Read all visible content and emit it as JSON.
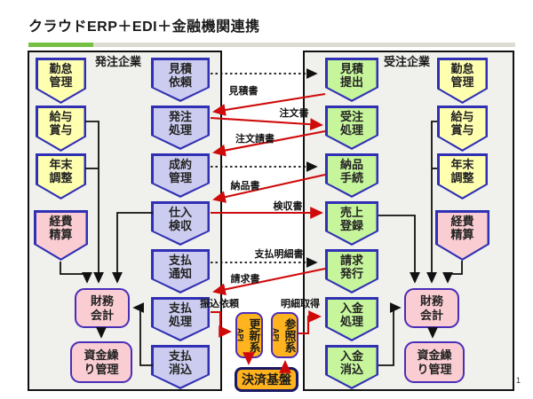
{
  "title": "クラウドERP＋EDI＋金融機関連携",
  "page_number": "1",
  "colors": {
    "accent_green": "#76c043",
    "accent_gray": "#dddcd2",
    "red_arrow": "#cf0a0a",
    "black_arrow": "#111111",
    "chevron_border": "#3030b4",
    "rounded_border": "#4a2eb8",
    "yellow_fill": "#ffffb0",
    "purple_fill": "#ccccf0",
    "green_fill": "#c6f59c",
    "pink_fill": "#f9cdd2",
    "orange_fill": "#ffb31e",
    "settlement_border": "#181864"
  },
  "left": {
    "label": "発注企業",
    "mgmt": [
      "勤怠\n管理",
      "給与\n賞与",
      "年末\n調整",
      "経費\n精算"
    ],
    "proc": [
      "見積\n依頼",
      "発注\n処理",
      "成約\n管理",
      "仕入\n検収",
      "支払\n通知",
      "支払\n処理",
      "支払\n消込"
    ],
    "fin": [
      "財務\n会計",
      "資金繰\nり管理"
    ]
  },
  "right": {
    "label": "受注企業",
    "proc": [
      "見積\n提出",
      "受注\n処理",
      "納品\n手続",
      "売上\n登録",
      "請求\n発行",
      "入金\n処理",
      "入金\n消込"
    ],
    "mgmt": [
      "勤怠\n管理",
      "給与\n賞与",
      "年末\n調整",
      "経費\n精算"
    ],
    "fin": [
      "財務\n会計",
      "資金繰\nり管理"
    ]
  },
  "docs": [
    "見積書",
    "注文書",
    "注文請書",
    "納品書",
    "検収書",
    "支払明細書",
    "請求書",
    "振込依頼",
    "明細取得"
  ],
  "edi": {
    "api": "API",
    "update": "更新系",
    "reference": "参照系",
    "settlement": "決済基盤"
  }
}
